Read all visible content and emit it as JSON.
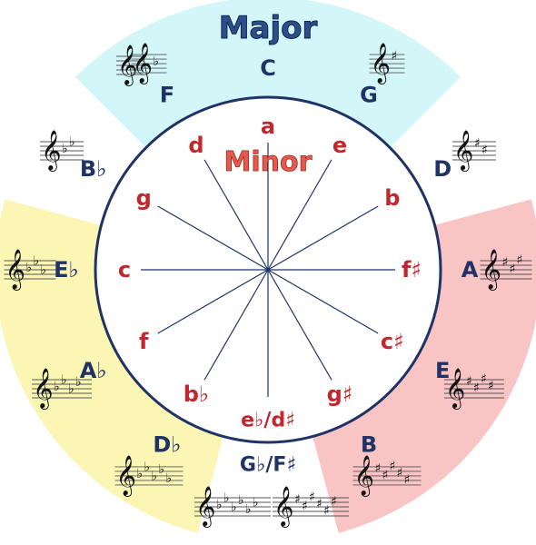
{
  "titles": {
    "major": "Major",
    "minor": "Minor"
  },
  "colors": {
    "major_text": "#1f3366",
    "minor_text": "#c0282e",
    "circle": "#1f3366",
    "sector_cyan": "#d3f7f9",
    "sector_yellow": "#fbf6b4",
    "sector_pink": "#f8c4c4",
    "major_title_fill": "#2c4f8c",
    "minor_title_fill": "#e45a4d"
  },
  "keys": [
    {
      "angle": 0,
      "major": "C",
      "minor": "a",
      "signature": {
        "type": "natural",
        "count": 0
      }
    },
    {
      "angle": 30,
      "major": "G",
      "minor": "e",
      "signature": {
        "type": "sharp",
        "count": 1
      }
    },
    {
      "angle": 60,
      "major": "D",
      "minor": "b",
      "signature": {
        "type": "sharp",
        "count": 2
      }
    },
    {
      "angle": 90,
      "major": "A",
      "minor": "f♯",
      "signature": {
        "type": "sharp",
        "count": 3
      }
    },
    {
      "angle": 120,
      "major": "E",
      "minor": "c♯",
      "signature": {
        "type": "sharp",
        "count": 4
      }
    },
    {
      "angle": 150,
      "major": "B",
      "minor": "g♯",
      "signature": {
        "type": "sharp",
        "count": 5
      }
    },
    {
      "angle": 180,
      "major": "G♭/F♯",
      "minor": "e♭/d♯",
      "signature": {
        "type": "both",
        "count": 6
      }
    },
    {
      "angle": 210,
      "major": "D♭",
      "minor": "b♭",
      "signature": {
        "type": "flat",
        "count": 5
      }
    },
    {
      "angle": 240,
      "major": "A♭",
      "minor": "f",
      "signature": {
        "type": "flat",
        "count": 4
      }
    },
    {
      "angle": 270,
      "major": "E♭",
      "minor": "c",
      "signature": {
        "type": "flat",
        "count": 3
      }
    },
    {
      "angle": 300,
      "major": "B♭",
      "minor": "g",
      "signature": {
        "type": "flat",
        "count": 2
      }
    },
    {
      "angle": 330,
      "major": "F",
      "minor": "d",
      "signature": {
        "type": "flat",
        "count": 1
      }
    }
  ],
  "icons": {
    "clef": "treble-clef-icon",
    "sharp": "sharp-icon",
    "flat": "flat-icon"
  }
}
